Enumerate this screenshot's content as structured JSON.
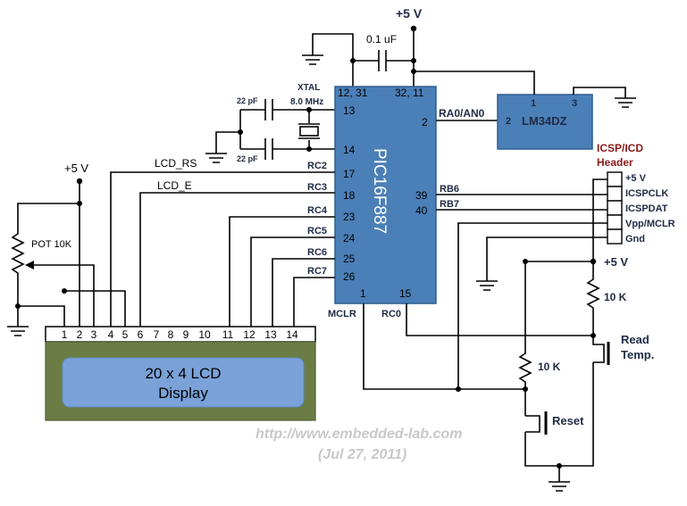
{
  "supply": {
    "top": "+5 V",
    "left": "+5 V",
    "right": "+5 V"
  },
  "capacitor": {
    "label": "0.1 uF"
  },
  "crystal": {
    "label_line1": "XTAL",
    "label_line2": "8.0 MHz",
    "cap1": "22 pF",
    "cap2": "22 pF"
  },
  "pot": {
    "label": "POT 10K"
  },
  "mcu": {
    "name": "PIC16F887",
    "pins_left_top": "12, 31",
    "pins_right_top": "32, 11",
    "pin13": "13",
    "pin14": "14",
    "pin17": "17",
    "pin18": "18",
    "pin23": "23",
    "pin24": "24",
    "pin25": "25",
    "pin26": "26",
    "pin2": "2",
    "pin39": "39",
    "pin40": "40",
    "pin1": "1",
    "pin15": "15"
  },
  "signals": {
    "lcd_rs": "LCD_RS",
    "lcd_e": "LCD_E",
    "rc2": "RC2",
    "rc3": "RC3",
    "rc4": "RC4",
    "rc5": "RC5",
    "rc6": "RC6",
    "rc7": "RC7",
    "ra0": "RA0/AN0",
    "rb6": "RB6",
    "rb7": "RB7",
    "mclr": "MCLR",
    "rc0": "RC0"
  },
  "sensor": {
    "name": "LM34DZ",
    "pin1": "1",
    "pin2": "2",
    "pin3": "3"
  },
  "icsp": {
    "title_line1": "ICSP/ICD",
    "title_line2": "Header",
    "pins": [
      "+5 V",
      "ICSPCLK",
      "ICSPDAT",
      "Vpp/MCLR",
      "Gnd"
    ]
  },
  "resistors": {
    "r1": "10 K",
    "r2": "10 K"
  },
  "buttons": {
    "read_line1": "Read",
    "read_line2": "Temp.",
    "reset": "Reset"
  },
  "lcd": {
    "pin_numbers": [
      "1",
      "2",
      "3",
      "4",
      "5",
      "6",
      "7",
      "8",
      "9",
      "10",
      "11",
      "12",
      "13",
      "14"
    ],
    "line1": "20 x 4 LCD",
    "line2": "Display"
  },
  "watermark": {
    "url": "http://www.embedded-lab.com",
    "date": "(Jul 27, 2011)"
  }
}
